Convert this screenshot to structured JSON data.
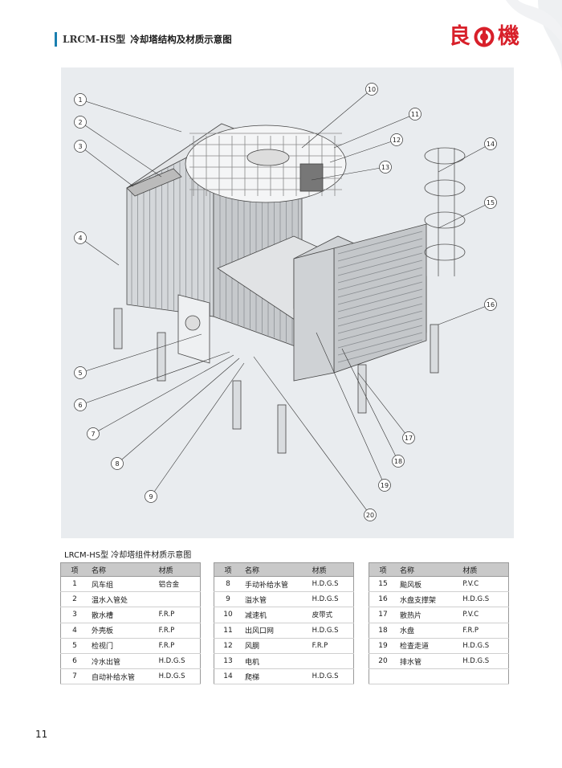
{
  "header": {
    "model": "LRCM-HS型",
    "subtitle": "冷却塔结构及材质示意图",
    "brand_left": "良",
    "brand_right": "機"
  },
  "figure": {
    "callouts": [
      "1",
      "2",
      "3",
      "4",
      "5",
      "6",
      "7",
      "8",
      "9",
      "10",
      "11",
      "12",
      "13",
      "14",
      "15",
      "16",
      "17",
      "18",
      "19",
      "20"
    ]
  },
  "table_caption": "LRCM-HS型 冷却塔组件材质示意图",
  "table_headers": {
    "num": "项",
    "name": "名称",
    "material": "材质"
  },
  "tables": [
    [
      {
        "num": "1",
        "name": "风车组",
        "material": "铝合金"
      },
      {
        "num": "2",
        "name": "温水入管处",
        "material": ""
      },
      {
        "num": "3",
        "name": "散水槽",
        "material": "F.R.P"
      },
      {
        "num": "4",
        "name": "外壳板",
        "material": "F.R.P"
      },
      {
        "num": "5",
        "name": "检视门",
        "material": "F.R.P"
      },
      {
        "num": "6",
        "name": "冷水出管",
        "material": "H.D.G.S"
      },
      {
        "num": "7",
        "name": "自动补给水管",
        "material": "H.D.G.S"
      }
    ],
    [
      {
        "num": "8",
        "name": "手动补给水管",
        "material": "H.D.G.S"
      },
      {
        "num": "9",
        "name": "溢水管",
        "material": "H.D.G.S"
      },
      {
        "num": "10",
        "name": "减速机",
        "material": "皮带式"
      },
      {
        "num": "11",
        "name": "出风口网",
        "material": "H.D.G.S"
      },
      {
        "num": "12",
        "name": "风胴",
        "material": "F.R.P"
      },
      {
        "num": "13",
        "name": "电机",
        "material": ""
      },
      {
        "num": "14",
        "name": "爬梯",
        "material": "H.D.G.S"
      }
    ],
    [
      {
        "num": "15",
        "name": "颱风板",
        "material": "P.V.C"
      },
      {
        "num": "16",
        "name": "水盘支撑架",
        "material": "H.D.G.S"
      },
      {
        "num": "17",
        "name": "散热片",
        "material": "P.V.C"
      },
      {
        "num": "18",
        "name": "水盘",
        "material": "F.R.P"
      },
      {
        "num": "19",
        "name": "检查走道",
        "material": "H.D.G.S"
      },
      {
        "num": "20",
        "name": "排水管",
        "material": "H.D.G.S"
      },
      {
        "num": "",
        "name": "",
        "material": ""
      }
    ]
  ],
  "page_number": "11",
  "colors": {
    "accent": "#1a7fb0",
    "brand_red": "#d8202a",
    "figure_bg": "#e9ecef",
    "table_header": "#c9c9c9"
  }
}
